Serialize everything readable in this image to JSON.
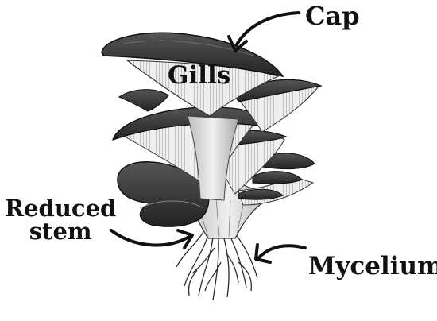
{
  "labels": {
    "cap": "Cap",
    "gills": "Gills",
    "reduced_stem_line1": "Reduced",
    "reduced_stem_line2": "stem",
    "mycelium": "Mycelium"
  },
  "colors": {
    "ink": "#111111",
    "background": "#ffffff",
    "cap_dark": "#3a3a3a",
    "gill_light": "#d9d9d9"
  }
}
